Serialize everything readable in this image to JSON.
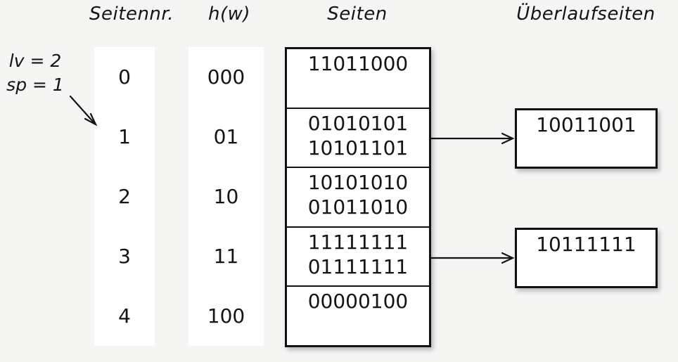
{
  "headers": {
    "pagenr": "Seitennr.",
    "hash": "h(w)",
    "pages": "Seiten",
    "overflow": "Überlaufseiten"
  },
  "annotation": {
    "line1": "lv = 2",
    "line2": "sp = 1"
  },
  "rows": [
    {
      "pagenr": "0",
      "hash": "000",
      "values": [
        "11011000"
      ]
    },
    {
      "pagenr": "1",
      "hash": "01",
      "values": [
        "01010101",
        "10101101"
      ],
      "overflow": "10011001"
    },
    {
      "pagenr": "2",
      "hash": "10",
      "values": [
        "10101010",
        "01011010"
      ]
    },
    {
      "pagenr": "3",
      "hash": "11",
      "values": [
        "11111111",
        "01111111"
      ],
      "overflow": "10111111"
    },
    {
      "pagenr": "4",
      "hash": "100",
      "values": [
        "00000100"
      ]
    }
  ],
  "colors": {
    "background": "#f5f5f4",
    "box_fill": "#ffffff",
    "line": "#141414"
  }
}
